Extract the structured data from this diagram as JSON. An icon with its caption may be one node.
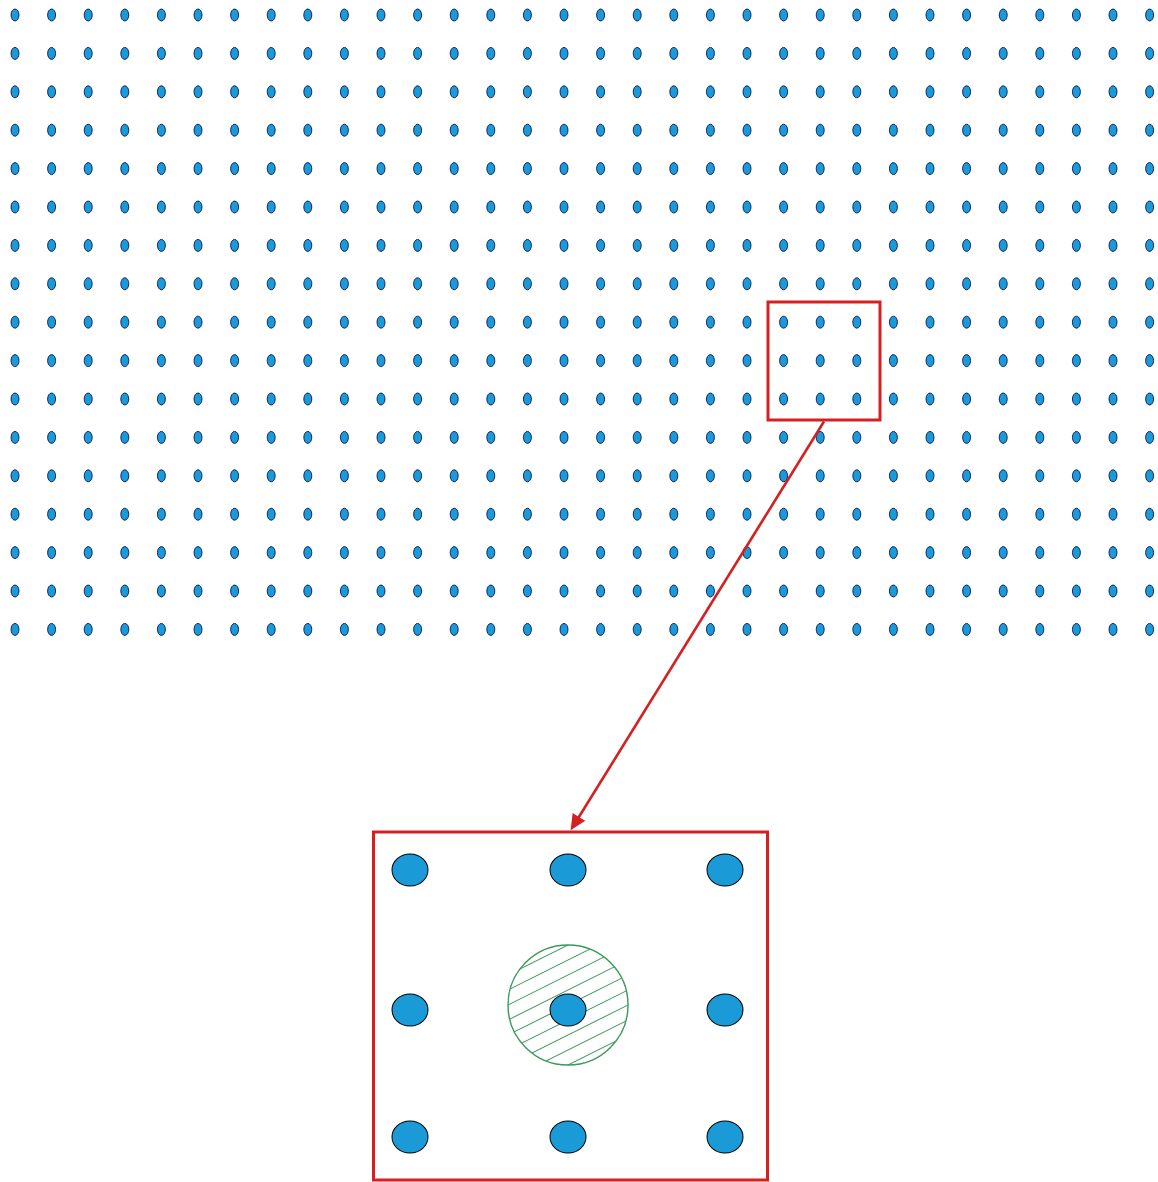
{
  "diagram": {
    "nodes": [
      {
        "text": [],
        "shape": "box"
      },
      {
        "text": [],
        "shape": "box"
      }
    ],
    "edges": [
      {
        "from": 0,
        "to": 1,
        "arrow": "to",
        "color": "#d42020"
      }
    ]
  }
}
